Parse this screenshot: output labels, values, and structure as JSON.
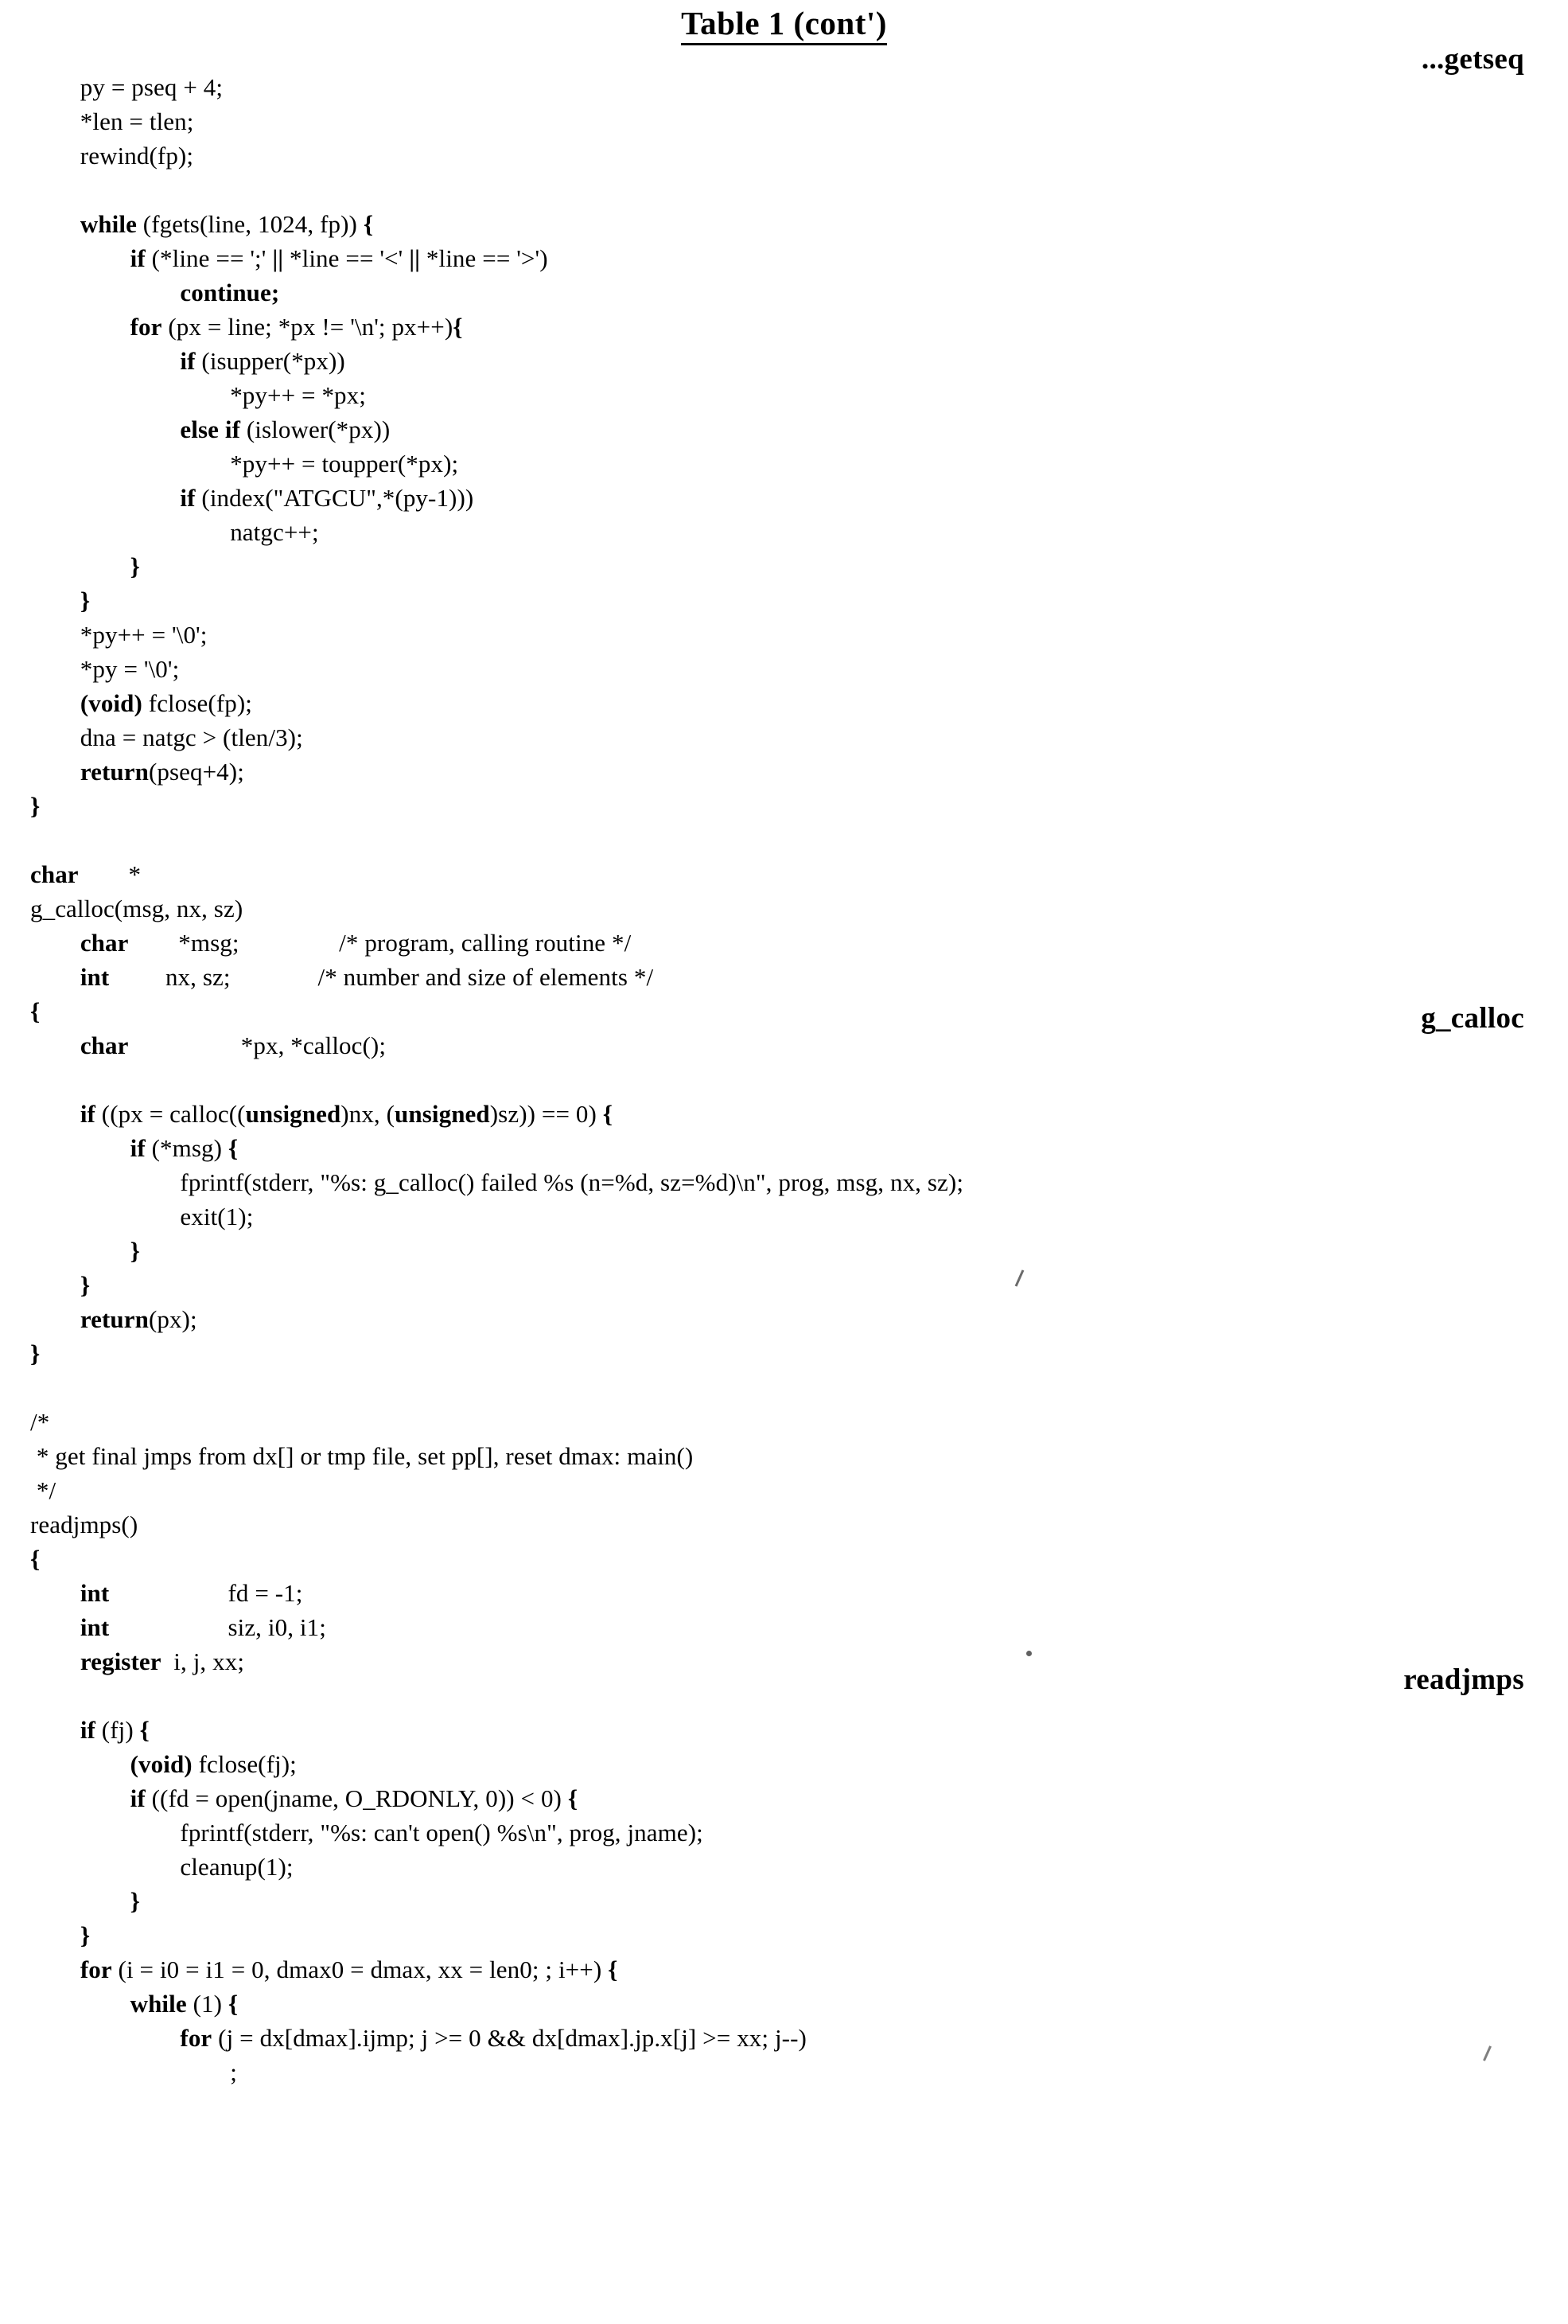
{
  "header": {
    "title": "Table 1 (cont')"
  },
  "margin_labels": {
    "getseq": "...getseq",
    "g_calloc": "g_calloc",
    "readjmps": "readjmps"
  },
  "code": {
    "lines": [
      "        py = pseq + 4;",
      "        *len = tlen;",
      "        rewind(fp);",
      "",
      "        <b>while</b> (fgets(line, 1024, fp)) <b>{</b>",
      "                <b>if</b> (*line == ';' <b>||</b> *line == '&lt;' <b>||</b> *line == '&gt;')",
      "                        <b>continue;</b>",
      "                <b>for</b> (px = line; *px != '\\n'; px++)<b>{</b>",
      "                        <b>if</b> (isupper(*px))",
      "                                *py++ = *px;",
      "                        <b>else if</b> (islower(*px))",
      "                                *py++ = toupper(*px);",
      "                        <b>if</b> (index(\"ATGCU\",*(py-1)))",
      "                                natgc++;",
      "                <b>}</b>",
      "        <b>}</b>",
      "        *py++ = '\\0';",
      "        *py = '\\0';",
      "        <b>(void)</b> fclose(fp);",
      "        dna = natgc &gt; (tlen/3);",
      "        <b>return</b>(pseq+4);",
      "<b>}</b>",
      "",
      "<b>char</b>        *",
      "g_calloc(msg, nx, sz)",
      "        <b>char</b>        *msg;                /* program, calling routine */",
      "        <b>int</b>         nx, sz;              /* number and size of elements */",
      "<b>{</b>",
      "        <b>char</b>                  *px, *calloc();",
      "",
      "        <b>if</b> ((px = calloc((<b>unsigned</b>)nx, (<b>unsigned</b>)sz)) == 0) <b>{</b>",
      "                <b>if</b> (*msg) <b>{</b>",
      "                        fprintf(stderr, \"%s: g_calloc() failed %s (n=%d, sz=%d)\\n\", prog, msg, nx, sz);",
      "                        exit(1);",
      "                <b>}</b>",
      "        <b>}</b>",
      "        <b>return</b>(px);",
      "<b>}</b>",
      "",
      "/*",
      " * get final jmps from dx[] or tmp file, set pp[], reset dmax: main()",
      " */",
      "readjmps()",
      "<b>{</b>",
      "        <b>int</b>                   fd = -1;",
      "        <b>int</b>                   siz, i0, i1;",
      "        <b>register</b>  i, j, xx;",
      "",
      "        <b>if</b> (fj) <b>{</b>",
      "                <b>(void)</b> fclose(fj);",
      "                <b>if</b> ((fd = open(jname, O_RDONLY, 0)) &lt; 0) <b>{</b>",
      "                        fprintf(stderr, \"%s: can't open() %s\\n\", prog, jname);",
      "                        cleanup(1);",
      "                <b>}</b>",
      "        <b>}</b>",
      "        <b>for</b> (i = i0 = i1 = 0, dmax0 = dmax, xx = len0; ; i++) <b>{</b>",
      "                <b>while</b> (1) <b>{</b>",
      "                        <b>for</b> (j = dx[dmax].ijmp; j &gt;= 0 &amp;&amp; dx[dmax].jp.x[j] &gt;= xx; j--)",
      "                                ;"
    ]
  }
}
